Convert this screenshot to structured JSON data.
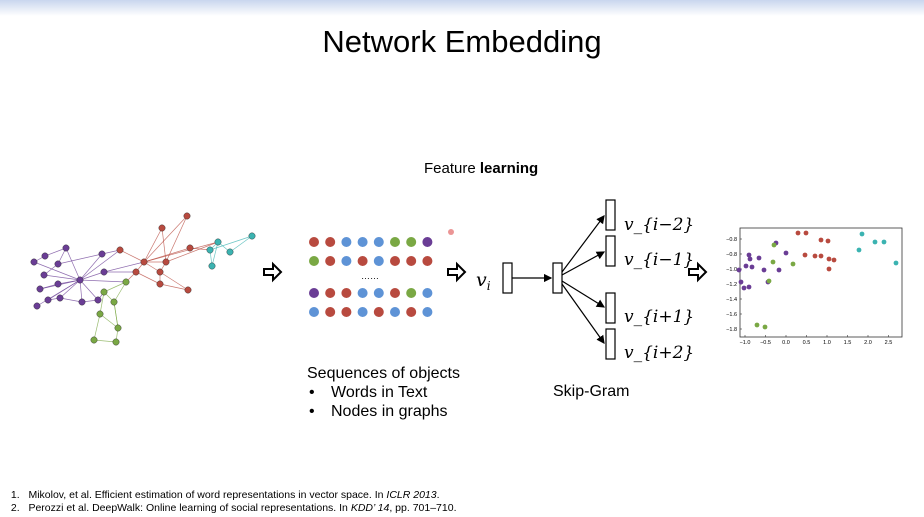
{
  "slide": {
    "title": "Network Embedding",
    "feature_prefix": "Feature ",
    "feature_bold": "learning"
  },
  "sequences": {
    "heading": "Sequences of objects",
    "bullets": [
      "Words in Text",
      "Nodes in graphs"
    ],
    "ellipsis": "……",
    "rows": [
      [
        "red",
        "red",
        "blue",
        "blue",
        "blue",
        "green",
        "green",
        "purple"
      ],
      [
        "green",
        "red",
        "blue",
        "red",
        "blue",
        "red",
        "red",
        "red"
      ],
      [
        "purple",
        "red",
        "red",
        "blue",
        "blue",
        "red",
        "green",
        "blue"
      ],
      [
        "blue",
        "red",
        "red",
        "blue",
        "red",
        "blue",
        "red",
        "blue"
      ]
    ]
  },
  "skipgram": {
    "label": "Skip-Gram",
    "input": "v_i",
    "outputs": [
      "v_{i−2}",
      "v_{i−1}",
      "v_{i+1}",
      "v_{i+2}"
    ]
  },
  "scatter": {
    "x_ticks": [
      "−1.0",
      "−0.5",
      "0.0",
      "0.5",
      "1.0",
      "1.5",
      "2.0",
      "2.5"
    ],
    "y_ticks": [
      "−0.8",
      "−0.8",
      "−1.0",
      "−1.2",
      "−1.4",
      "−1.6",
      "−1.8"
    ]
  },
  "references": [
    {
      "num": "1.",
      "text": "Mikolov, et al. Efficient estimation of word representations in vector space. In ",
      "venue": "ICLR 2013",
      "tail": "."
    },
    {
      "num": "2.",
      "text": "Perozzi et al. DeepWalk: Online learning of social representations. In ",
      "venue": "KDD’ 14",
      "tail": ", pp. 701–710."
    }
  ],
  "colors": {
    "red": "#b84a3f",
    "green": "#7aa844",
    "blue": "#5e93d6",
    "purple": "#6a3d95",
    "cyan": "#3bb3b1"
  }
}
